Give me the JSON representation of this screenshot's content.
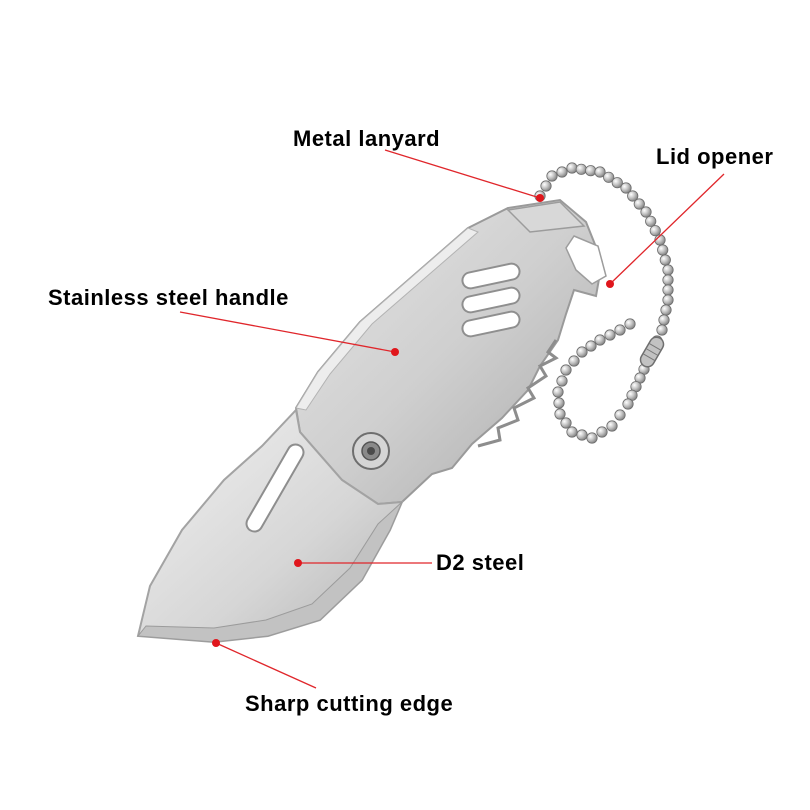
{
  "image": {
    "subject": "Mini folding knife with metal ball-chain lanyard",
    "background_color": "#ffffff"
  },
  "callouts": {
    "line_color": "#e0262b",
    "dot_color": "#e0161c",
    "items": [
      {
        "id": "metal-lanyard",
        "text": "Metal lanyard"
      },
      {
        "id": "lid-opener",
        "text": "Lid opener"
      },
      {
        "id": "stainless-steel-handle",
        "text": "Stainless steel handle"
      },
      {
        "id": "d2-steel",
        "text": "D2 steel"
      },
      {
        "id": "sharp-cutting-edge",
        "text": "Sharp cutting edge"
      }
    ]
  },
  "colors": {
    "handle": "#c9c9c9",
    "handle_edge": "#a9a9a9",
    "blade": "#d9d9d9",
    "chain": "#b7b7b7"
  }
}
